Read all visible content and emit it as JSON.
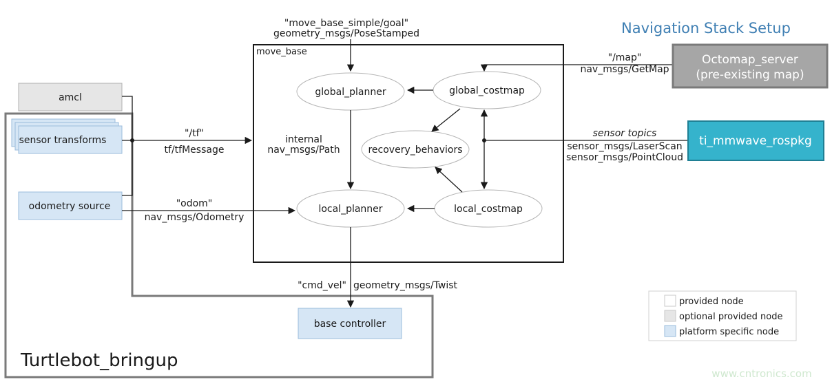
{
  "title": "Navigation Stack Setup",
  "move_base_label": "move_base",
  "nodes": {
    "amcl": "amcl",
    "sensor_transforms": "sensor transforms",
    "odometry_source": "odometry source",
    "global_planner": "global_planner",
    "global_costmap": "global_costmap",
    "recovery_behaviors": "recovery_behaviors",
    "local_planner": "local_planner",
    "local_costmap": "local_costmap",
    "base_controller": "base controller",
    "octomap_server_line1": "Octomap_server",
    "octomap_server_line2": "(pre-existing map)",
    "ti_mmwave": "ti_mmwave_rospkg",
    "turtlebot": "Turtlebot_bringup"
  },
  "topics": {
    "goal_line1": "\"move_base_simple/goal\"",
    "goal_line2": "geometry_msgs/PoseStamped",
    "map_line1": "\"/map\"",
    "map_line2": "nav_msgs/GetMap",
    "tf_line1": "\"/tf\"",
    "tf_line2": "tf/tfMessage",
    "internal_line1": "internal",
    "internal_line2": "nav_msgs/Path",
    "odom_line1": "\"odom\"",
    "odom_line2": "nav_msgs/Odometry",
    "sensor_title": "sensor topics",
    "sensor_line1": "sensor_msgs/LaserScan",
    "sensor_line2": "sensor_msgs/PointCloud",
    "cmd_vel": "\"cmd_vel\"",
    "twist": "geometry_msgs/Twist"
  },
  "legend": {
    "provided": "provided node",
    "optional": "optional provided node",
    "platform": "platform specific node"
  },
  "watermark": "www.cntronics.com",
  "colors": {
    "title": "#3f7fb3",
    "platform_node": "#d6e6f5",
    "optional_node": "#e6e6e6",
    "octomap_node": "#a6a6a6",
    "ti_node": "#35b3cc",
    "ti_border": "#1f7f94",
    "frame": "#7a7a7a"
  }
}
